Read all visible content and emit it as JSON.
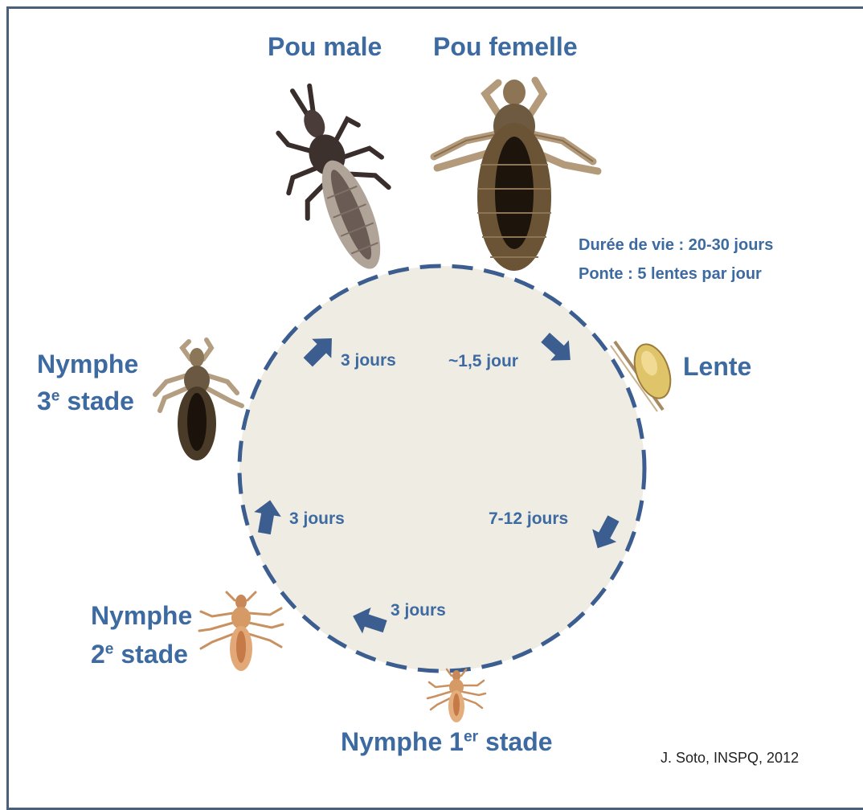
{
  "labels": {
    "male": "Pou male",
    "female": "Pou femelle",
    "lifespan": "Durée de vie : 20-30 jours",
    "laying": "Ponte : 5 lentes par jour",
    "nit": "Lente",
    "n3_line1": "Nymphe",
    "n3_line2_num": "3",
    "n3_line2_sup": "e",
    "n3_line2_rest": " stade",
    "n2_line1": "Nymphe",
    "n2_line2_num": "2",
    "n2_line2_sup": "e",
    "n2_line2_rest": " stade",
    "n1_pre": "Nymphe 1",
    "n1_sup": "er",
    "n1_rest": " stade"
  },
  "durations": {
    "female_to_nit": "~1,5 jour",
    "nit_to_n1": "7-12 jours",
    "n1_to_n2": "3 jours",
    "n2_to_n3": "3 jours",
    "n3_to_adult": "3 jours"
  },
  "credit": "J. Soto, INSPQ, 2012",
  "colors": {
    "accent": "#3d6aa0",
    "circle_fill": "#efece4",
    "circle_stroke": "#3b5d8f",
    "frame": "#4a5f7a"
  }
}
